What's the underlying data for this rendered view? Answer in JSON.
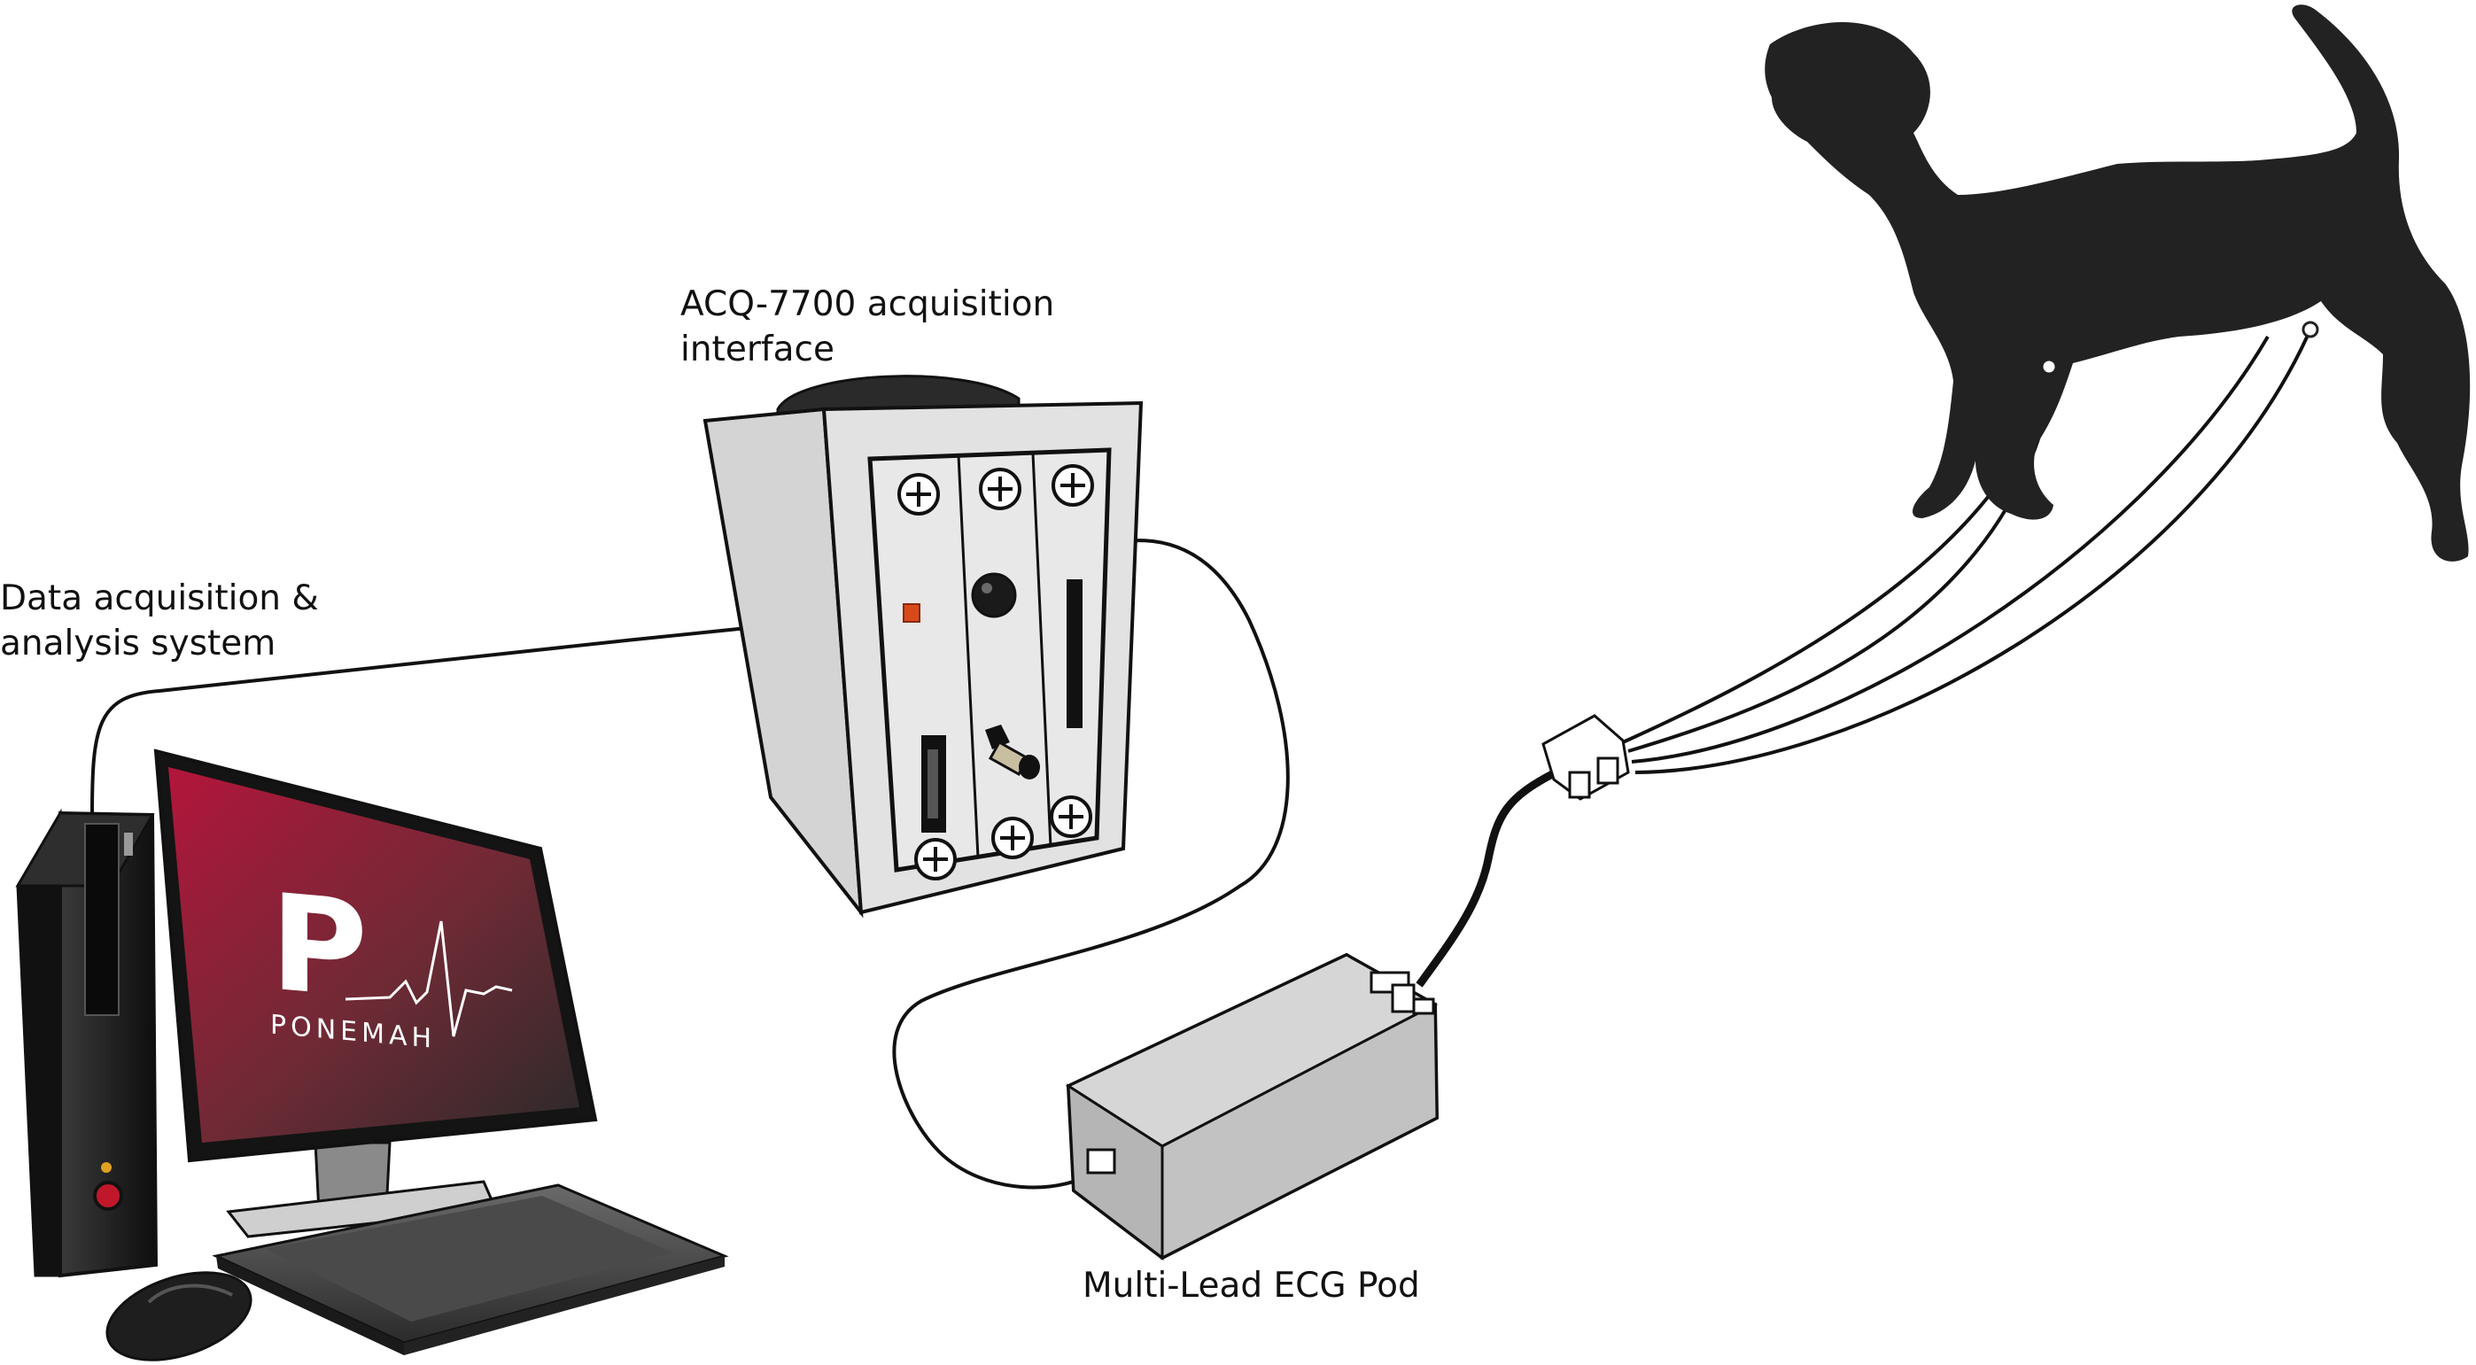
{
  "labels": {
    "daq_line1": "Data acquisition &",
    "daq_line2": "analysis system",
    "acq_line1": "ACQ-7700 acquisition",
    "acq_line2": "interface",
    "pod": "Multi-Lead ECG Pod"
  },
  "screen": {
    "logo_letter": "P",
    "brand": "PONEMAH"
  },
  "colors": {
    "ink": "#111111",
    "screen_red": "#a8183a",
    "device_gray": "#d4d4d4",
    "panel_gray": "#e6e6e6",
    "indicator_orange": "#d94a1a",
    "power_red": "#c0182a"
  },
  "icons": [
    "computer-tower-icon",
    "monitor-icon",
    "keyboard-icon",
    "mouse-icon",
    "ecg-pod-icon",
    "acquisition-interface-icon",
    "dog-silhouette-icon"
  ]
}
